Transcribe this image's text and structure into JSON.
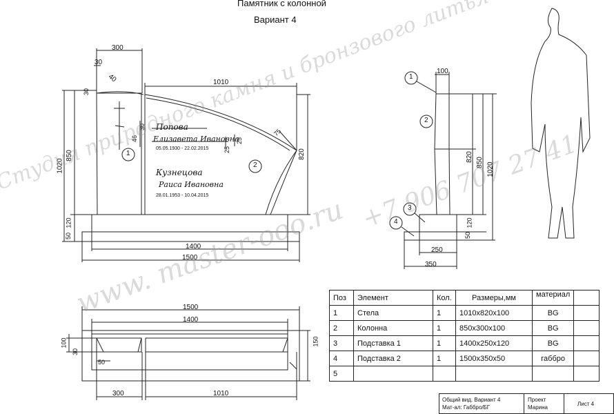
{
  "header": {
    "title": "Памятник с колонной",
    "variant": "Вариант 4"
  },
  "front_view": {
    "dims": {
      "column_width": "300",
      "offset": "30",
      "angle": "40",
      "stele_width": "1010",
      "top_offset": "30",
      "column_height": "850",
      "total_height": "1020",
      "base_height": "120",
      "pad_height": "50",
      "base_width": "1400",
      "pad_width": "1500",
      "stele_height": "820",
      "name_spacing_1": "30",
      "name_spacing_2": "46",
      "name_spacing_3": "25",
      "name_spacing_4": "25",
      "curve_offset": "75"
    },
    "inscription": {
      "surname_1": "Попова",
      "name_1": "Елизавета Ивановна",
      "dates_1": "05.05.1930 - 22.02.2015",
      "surname_2": "Кузнецова",
      "name_2": "Раиса Ивановна",
      "dates_2": "28.01.1953 - 10.04.2015"
    },
    "callouts": {
      "c1": "1",
      "c2": "2"
    }
  },
  "side_view": {
    "dims": {
      "top": "100",
      "h820": "820",
      "h850": "850",
      "h1020": "1020",
      "h120": "120",
      "h50": "50",
      "w250": "250",
      "w350": "350"
    },
    "callouts": {
      "c1": "1",
      "c2": "2",
      "c3": "3",
      "c4": "4"
    }
  },
  "plan_view": {
    "dims": {
      "w1500": "1500",
      "w1400": "1400",
      "d150": "150",
      "d100": "100",
      "d30": "30",
      "d50": "50",
      "w300": "300",
      "w1010": "1010"
    }
  },
  "spec_table": {
    "headers": {
      "pos": "Поз",
      "element": "Элемент",
      "qty": "Кол.",
      "size": "Размеры,мм",
      "material": "материал"
    },
    "rows": [
      {
        "pos": "1",
        "element": "Стела",
        "qty": "1",
        "size": "1010х820х100",
        "material": "BG"
      },
      {
        "pos": "2",
        "element": "Колонна",
        "qty": "1",
        "size": "850х300х100",
        "material": "BG"
      },
      {
        "pos": "3",
        "element": "Подставка 1",
        "qty": "1",
        "size": "1400х250х120",
        "material": "BG"
      },
      {
        "pos": "4",
        "element": "Подставка 2",
        "qty": "1",
        "size": "1500х350х50",
        "material": "габбро"
      },
      {
        "pos": "5",
        "element": "",
        "qty": "",
        "size": "",
        "material": ""
      }
    ]
  },
  "title_block": {
    "line1": "Общий вид. Вариант 4",
    "line2": "Мат-ал: Габбро/БГ",
    "project_label": "Проект",
    "project_name": "Марина",
    "sheet": "Лист 4"
  },
  "watermarks": {
    "studio": "Студия природного камня и бронзового литья",
    "site": "www. master-ooo.ru",
    "phone": "+7 906 707 27 41"
  },
  "colors": {
    "line": "#222222",
    "watermark": "#969696"
  }
}
